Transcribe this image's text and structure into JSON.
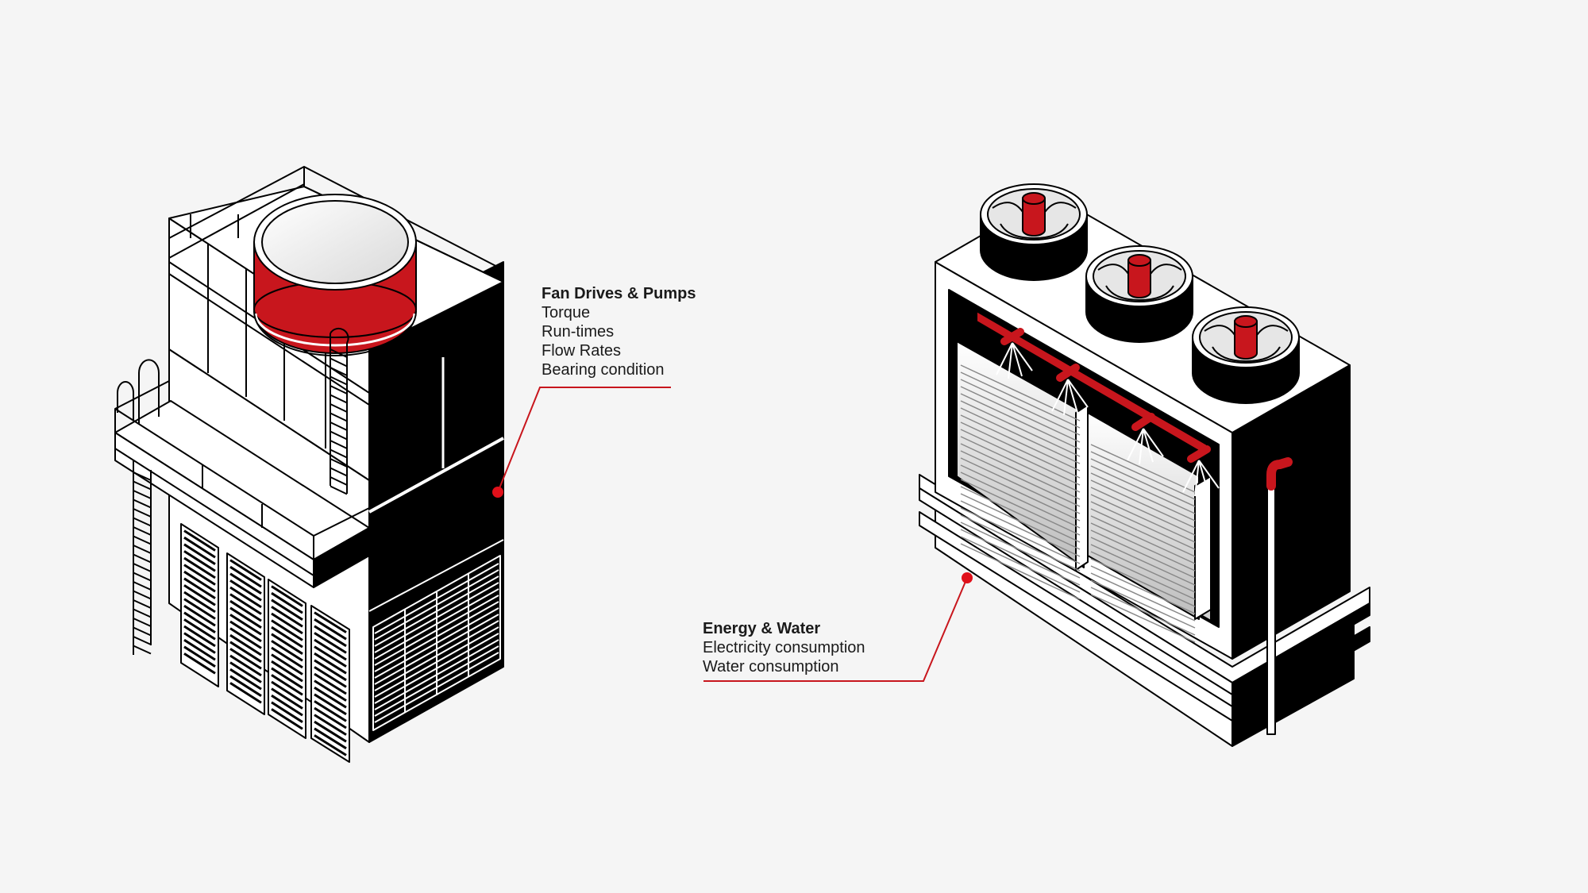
{
  "colors": {
    "background": "#f5f5f5",
    "accent_red": "#c8161d",
    "ink": "#000000",
    "white": "#ffffff"
  },
  "callouts": {
    "fan": {
      "title": "Fan Drives & Pumps",
      "items": [
        "Torque",
        "Run-times",
        "Flow Rates",
        "Bearing condition"
      ]
    },
    "energy": {
      "title": "Energy & Water",
      "items": [
        "Electricity consumption",
        "Water consumption"
      ]
    }
  }
}
